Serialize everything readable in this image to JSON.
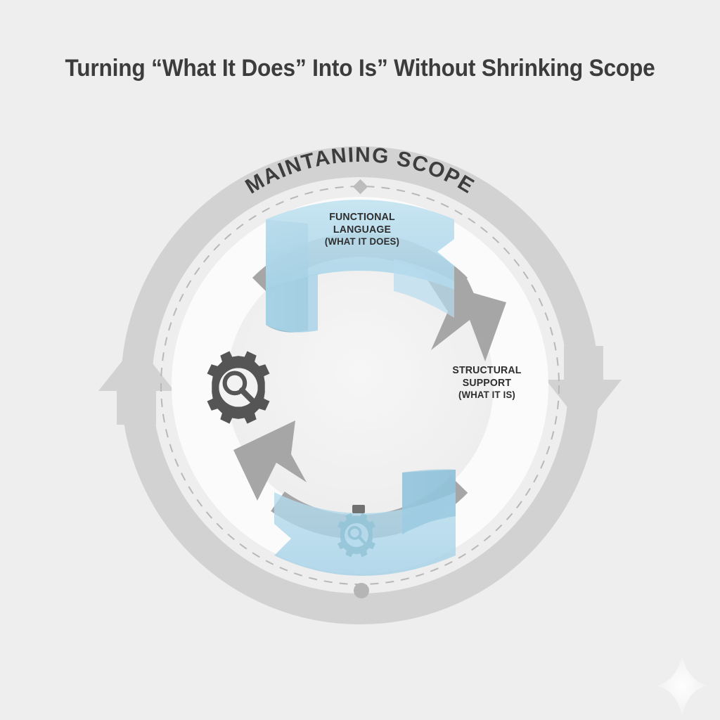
{
  "page": {
    "title": "Turning “What It Does” Into Is” Without Shrinking Scope",
    "background_color": "#eeeeee"
  },
  "diagram": {
    "type": "cycle-diagram",
    "outer_ring_label": "MAINTANING SCOPE",
    "outer_ring_color": "#d2d2d2",
    "inner_arrow_color": "#a6a6a6",
    "ribbon_color": "#b7dcee",
    "ribbon_fold_color": "#7fb5cc",
    "icon_color": "#555555",
    "dashed_ring_color": "#b5b5b5",
    "nodes": [
      {
        "id": "functional-language",
        "line1": "FUNCTIONAL",
        "line2": "LANGUAGE",
        "line3": "(WHAT IT DOES)",
        "position": "top",
        "style": "ribbon-banner"
      },
      {
        "id": "structural-support",
        "line1": "STRUCTURAL",
        "line2": "SUPPORT",
        "line3": "(WHAT IT IS)",
        "position": "right",
        "style": "plain-text"
      },
      {
        "id": "bottom-ribbon",
        "line1": "",
        "line2": "",
        "line3": "",
        "position": "bottom",
        "style": "ribbon-banner-watermark"
      }
    ],
    "markers": {
      "top_diamond": "diamond-marker",
      "bottom_dot": "dot-marker"
    },
    "icons": {
      "primary": "gear-search-icon",
      "watermark": "gear-search-icon",
      "corner": "sparkle-icon"
    },
    "flow_direction": "clockwise",
    "outer_arrows": [
      {
        "side": "left",
        "direction": "up"
      },
      {
        "side": "right",
        "direction": "down"
      }
    ],
    "inner_arrows": [
      {
        "position": "top-right",
        "direction": "clockwise-down-right"
      },
      {
        "position": "bottom-left",
        "direction": "clockwise-up-left"
      }
    ]
  }
}
